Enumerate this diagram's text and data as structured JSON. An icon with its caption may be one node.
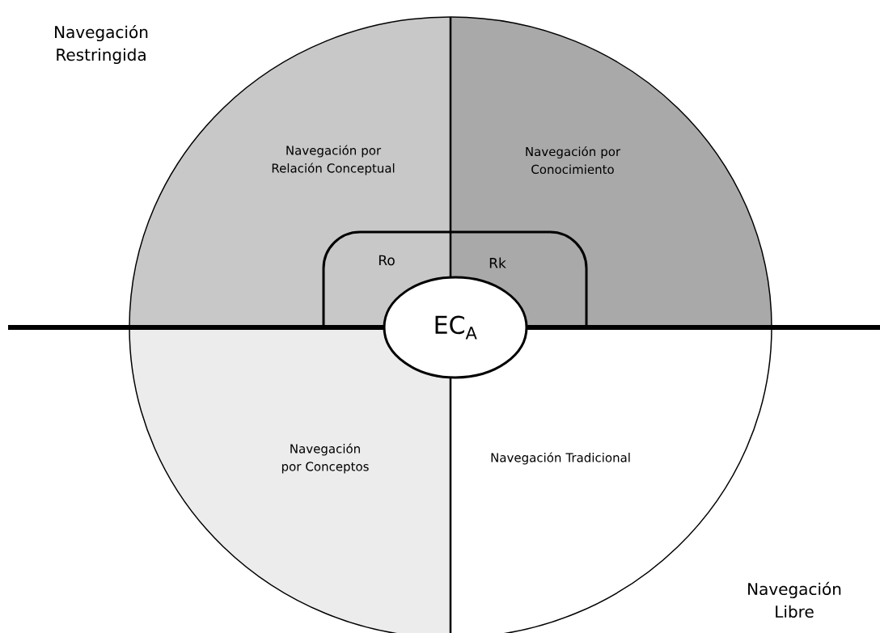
{
  "diagram": {
    "nodes": [
      {
        "text": [
          "Navegación por Relación Conceptual"
        ]
      },
      {
        "text": [
          "Navegación por Conocimiento"
        ]
      },
      {
        "text": [
          "Navegación por Conceptos"
        ]
      },
      {
        "text": [
          "Navegación Tradicional"
        ]
      },
      {
        "text": [
          "Ro"
        ]
      },
      {
        "text": [
          "Rk"
        ]
      },
      {
        "text": [
          "EC$_{A}$"
        ]
      }
    ],
    "labels": [
      "Navegación Restringida",
      "Navegación Libre"
    ]
  }
}
